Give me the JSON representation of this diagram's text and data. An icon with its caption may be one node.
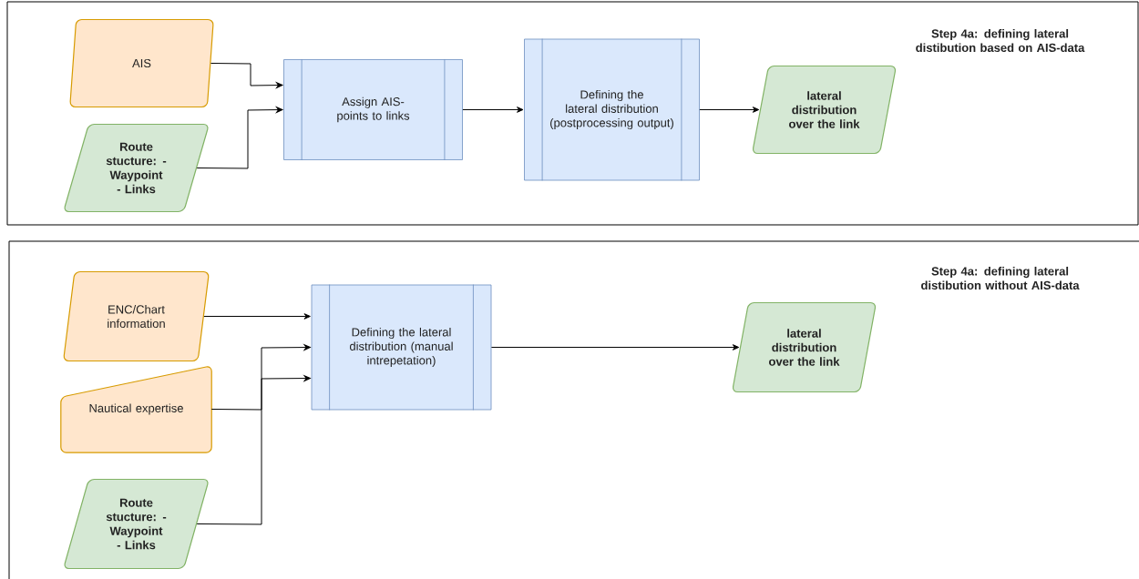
{
  "diagram": {
    "nodes": [
      {
        "text": [
          "Step 4a: defining lateral distibution based on AIS-data"
        ]
      },
      {
        "text": [
          "AIS"
        ],
        "in": 0
      },
      {
        "text": [
          "Route stucture: - Waypoint - Links"
        ],
        "in": 0
      },
      {
        "text": [
          "Assign AIS-points to links"
        ],
        "in": 0
      },
      {
        "text": [
          "Defining the lateral distribution (postprocessing output)"
        ],
        "in": 0
      },
      {
        "text": [
          "lateral distribution over the link"
        ],
        "in": 0
      },
      {
        "text": [
          "Step 4a: defining lateral distibution without AIS-data"
        ]
      },
      {
        "text": [
          "ENC/Chart information"
        ],
        "in": 6
      },
      {
        "text": [
          "Nautical expertise"
        ],
        "in": 6
      },
      {
        "text": [
          "Route stucture: - Waypoint - Links"
        ],
        "in": 6
      },
      {
        "text": [
          "Defining the lateral distribution (manual intrepetation)"
        ],
        "in": 6
      },
      {
        "text": [
          "lateral distribution over the link"
        ],
        "in": 6
      }
    ],
    "edges": [
      {
        "from": 1,
        "to": 3,
        "arrow": "to"
      },
      {
        "from": 2,
        "to": 3,
        "arrow": "to"
      },
      {
        "from": 3,
        "to": 4,
        "arrow": "to"
      },
      {
        "from": 4,
        "to": 5,
        "arrow": "to"
      },
      {
        "from": 7,
        "to": 10,
        "arrow": "to"
      },
      {
        "from": 8,
        "to": 10,
        "arrow": "to"
      },
      {
        "from": 9,
        "to": 10,
        "arrow": "to"
      },
      {
        "from": 10,
        "to": 11,
        "arrow": "to"
      }
    ]
  }
}
